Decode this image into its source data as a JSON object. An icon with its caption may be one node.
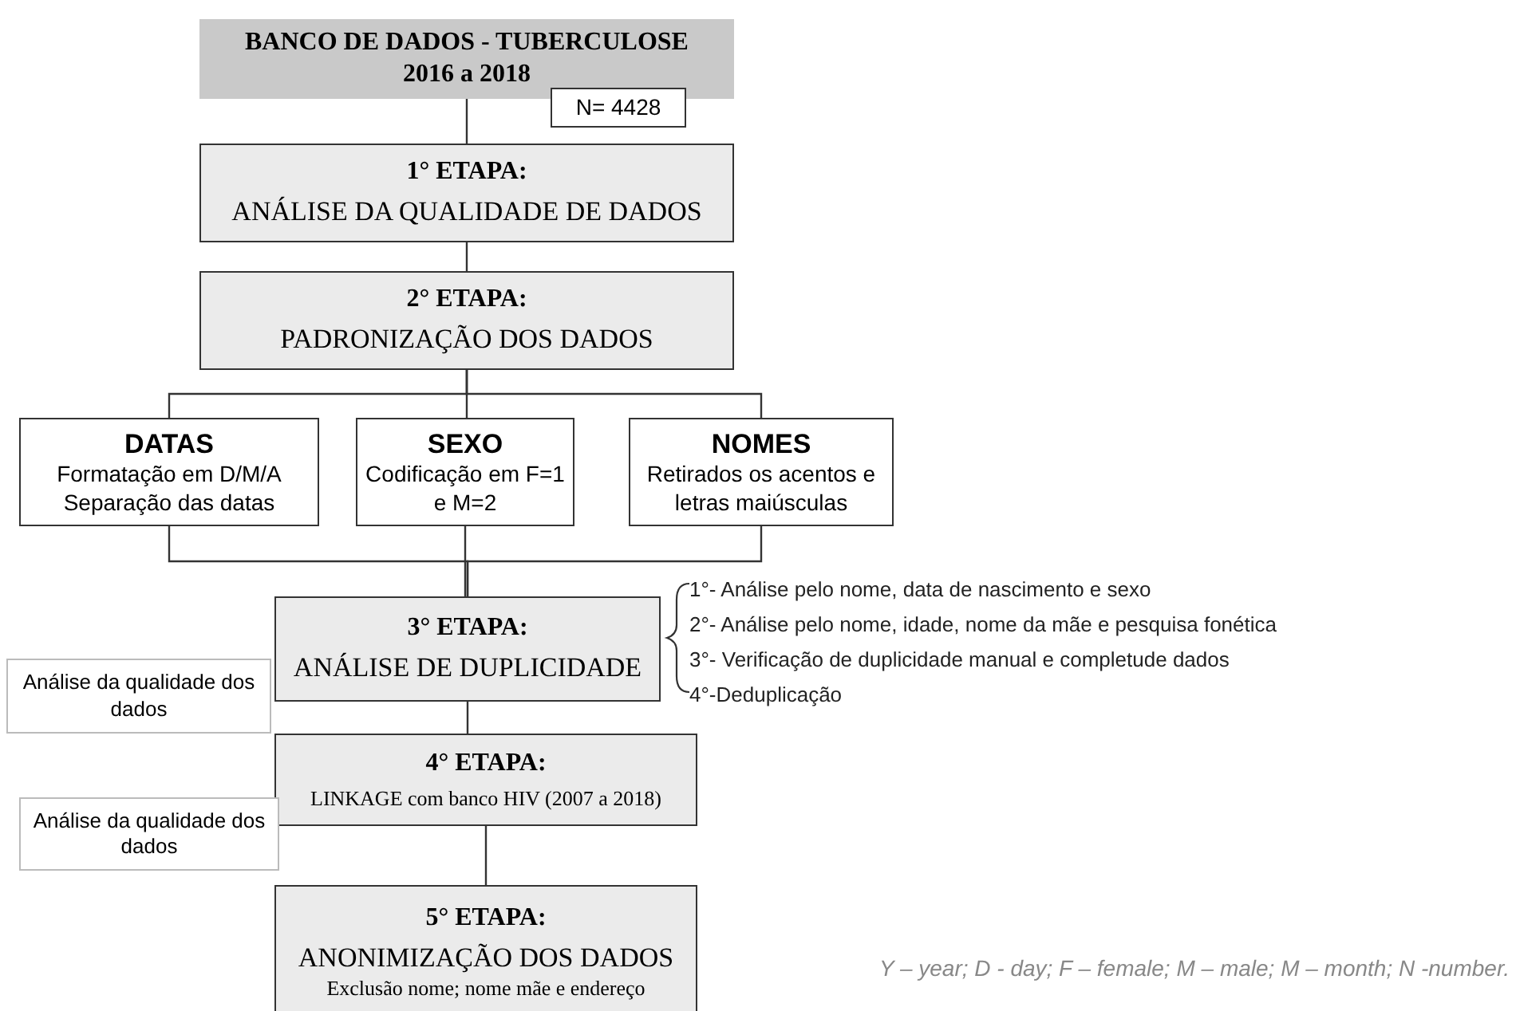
{
  "diagram": {
    "nodes": [
      {
        "text": [
          "BANCO DE DADOS - TUBERCULOSE 2016 a 2018"
        ]
      },
      {
        "text": [
          "N= 4428"
        ]
      },
      {
        "text": [
          "1° ETAPA:",
          "ANÁLISE DA QUALIDADE DE DADOS"
        ]
      },
      {
        "text": [
          "2° ETAPA:",
          "PADRONIZAÇÃO DOS DADOS"
        ]
      },
      {
        "text": [
          "DATAS",
          "Formatação em D/M/A Separação das datas"
        ]
      },
      {
        "text": [
          "SEXO",
          "Codificação em F=1 e M=2"
        ]
      },
      {
        "text": [
          "NOMES",
          "Retirados os acentos e letras maiúsculas"
        ]
      },
      {
        "text": [
          "3° ETAPA:",
          "ANÁLISE DE DUPLICIDADE"
        ]
      },
      {
        "text": [
          "Análise da qualidade dos dados"
        ]
      },
      {
        "text": [
          "4° ETAPA:",
          "LINKAGE com banco HIV (2007 a 2018)"
        ]
      },
      {
        "text": [
          "Análise da qualidade dos dados"
        ]
      },
      {
        "text": [
          "5° ETAPA:",
          "ANONIMIZAÇÃO DOS DADOS",
          "Exclusão nome; nome mãe e endereço"
        ]
      }
    ],
    "edges": [
      {
        "from": 0,
        "to": 2,
        "arrow": "none"
      },
      {
        "from": 2,
        "to": 3,
        "arrow": "none"
      },
      {
        "from": 3,
        "to": 4,
        "arrow": "none"
      },
      {
        "from": 3,
        "to": 5,
        "arrow": "none"
      },
      {
        "from": 3,
        "to": 6,
        "arrow": "none"
      },
      {
        "from": 4,
        "to": 7,
        "arrow": "none"
      },
      {
        "from": 5,
        "to": 7,
        "arrow": "none"
      },
      {
        "from": 6,
        "to": 7,
        "arrow": "none"
      },
      {
        "from": 7,
        "to": 9,
        "arrow": "none"
      },
      {
        "from": 9,
        "to": 11,
        "arrow": "none"
      }
    ],
    "labels": [
      "1°- Análise pelo nome, data de nascimento e sexo",
      "2°- Análise pelo nome, idade, nome da mãe e pesquisa fonética",
      "3°- Verificação de duplicidade manual e completude dados",
      "4°-Deduplicação",
      "Y – year; D - day; F – female; M – male; M – month; N -number."
    ]
  }
}
